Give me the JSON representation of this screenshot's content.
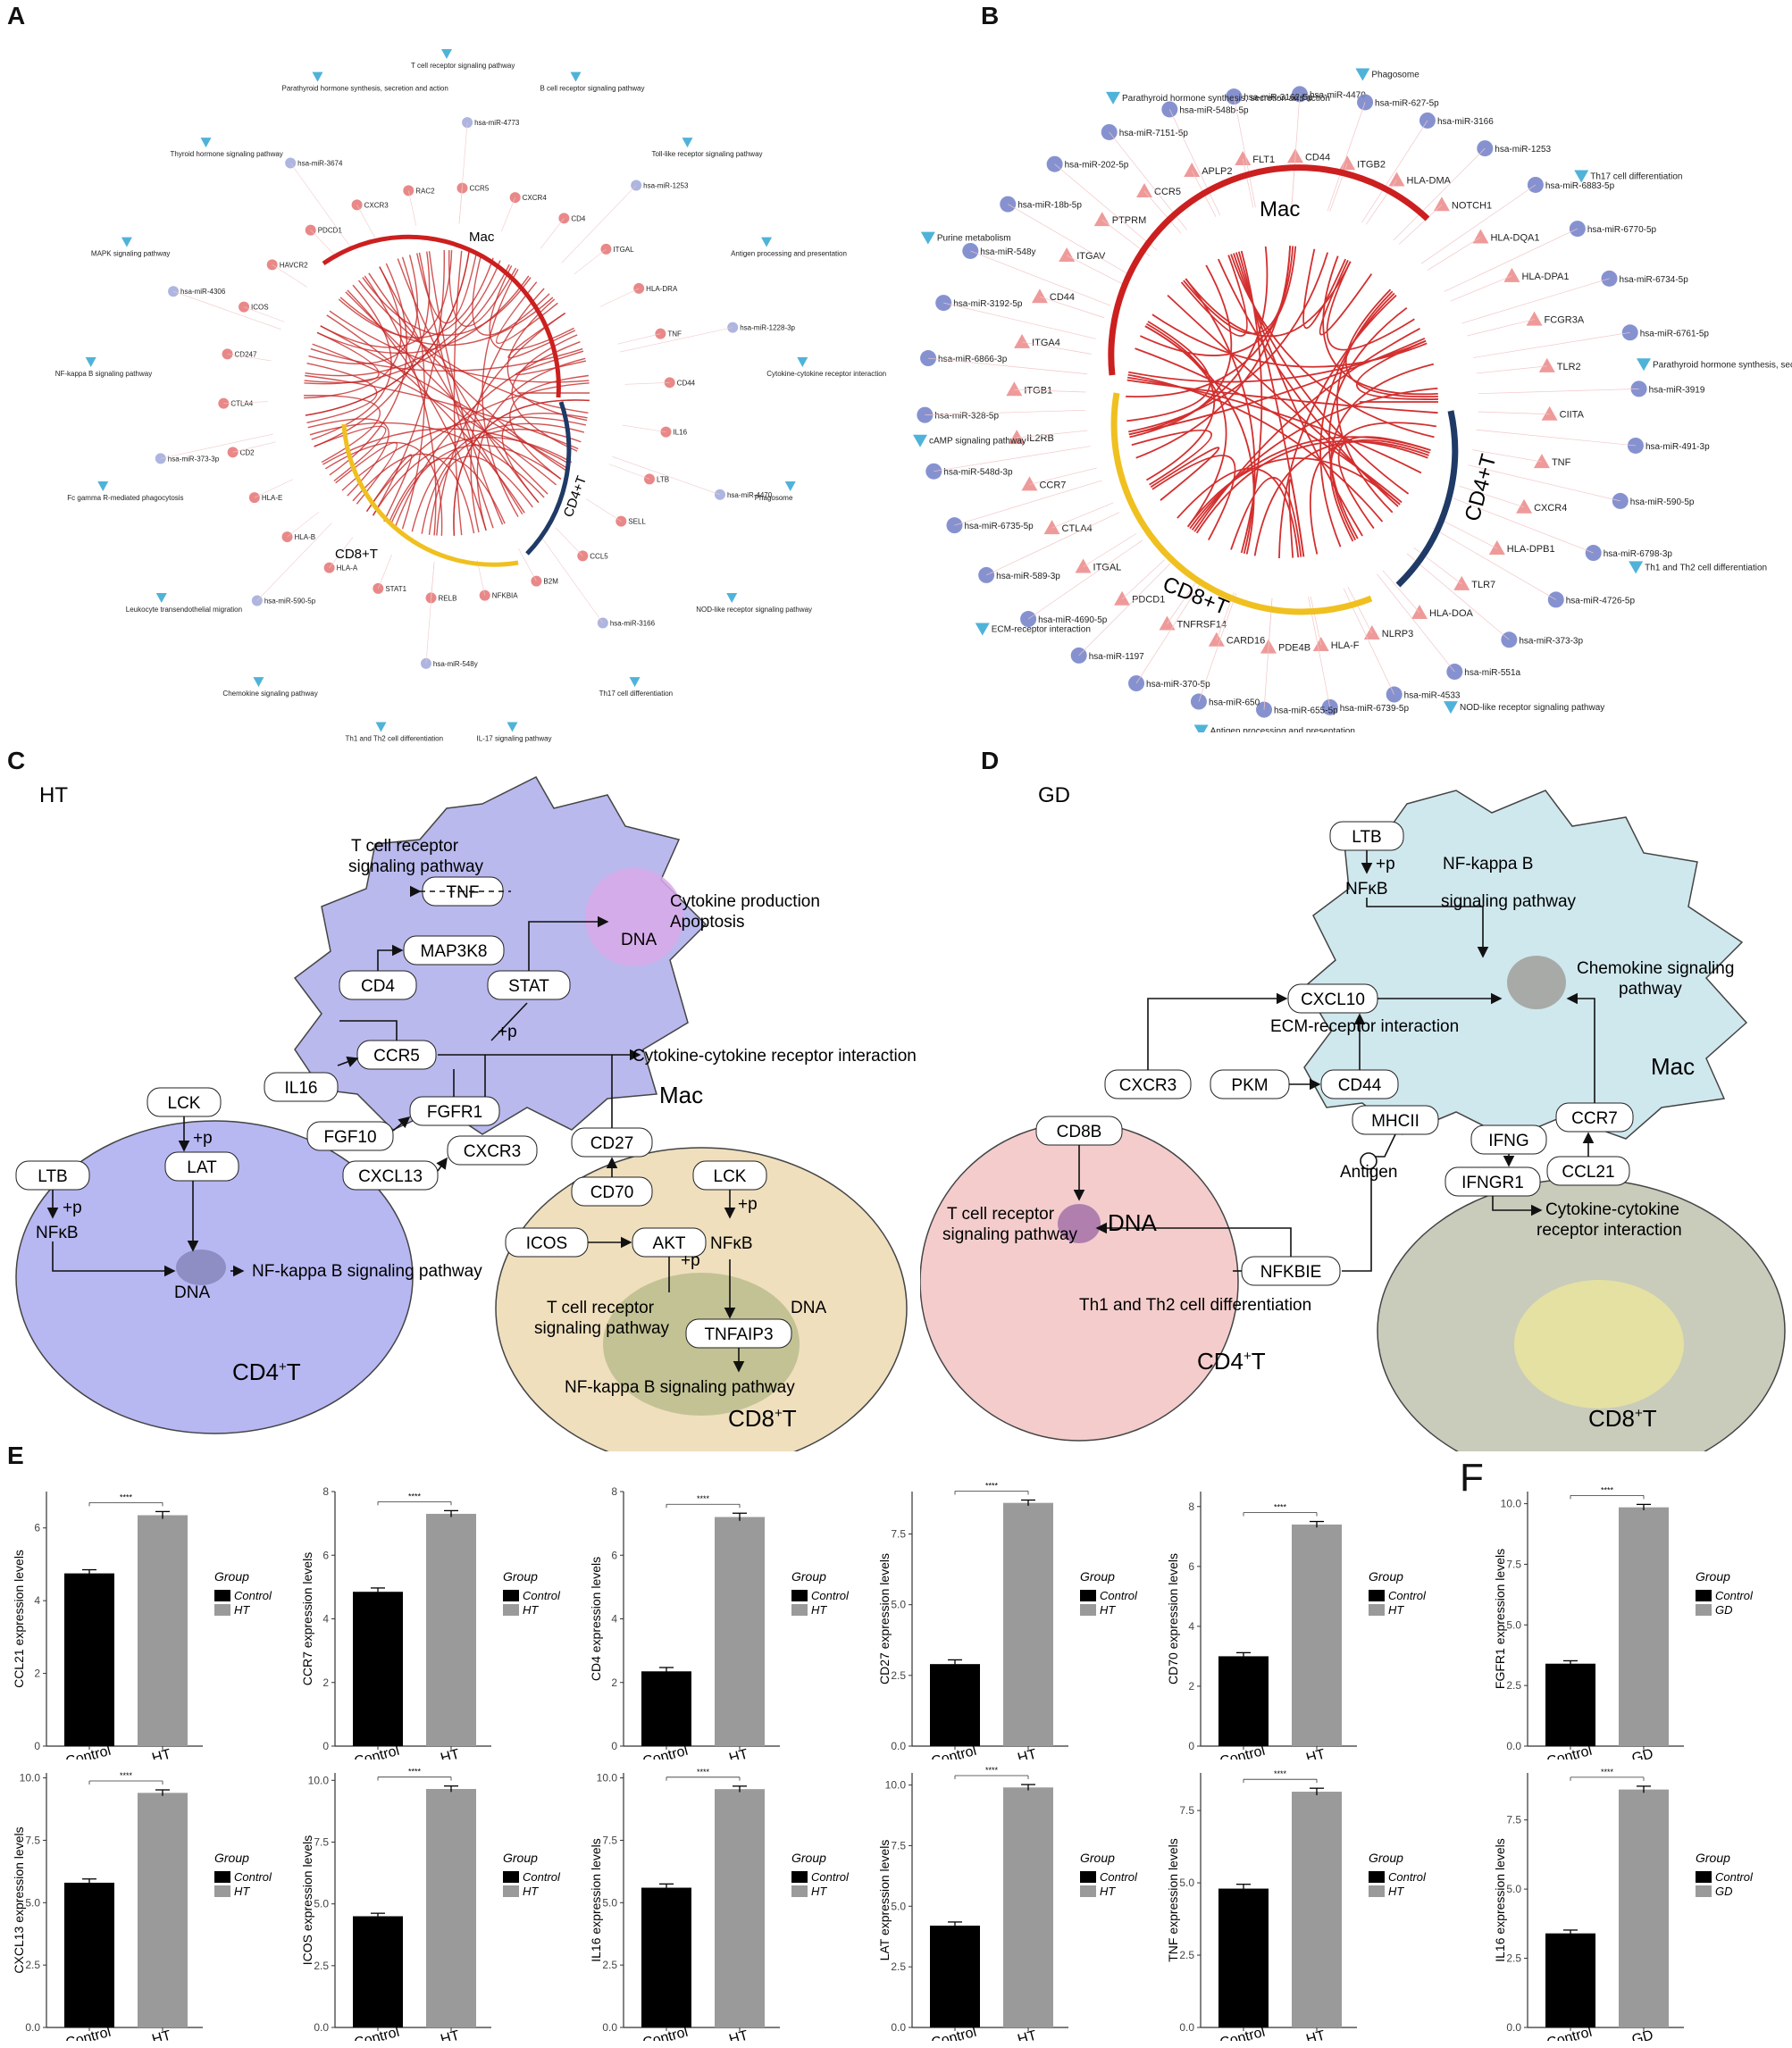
{
  "panel_labels": {
    "A": "A",
    "B": "B",
    "C": "C",
    "D": "D",
    "E": "E",
    "F": "F"
  },
  "network_A": {
    "hub_labels": [
      "Mac",
      "CD4+T",
      "CD8+T"
    ],
    "pathways": [
      "T cell receptor signaling pathway",
      "B cell receptor signaling pathway",
      "Toll-like receptor signaling pathway",
      "Antigen processing and presentation",
      "Cytokine-cytokine receptor interaction",
      "Phagosome",
      "NOD-like receptor signaling pathway",
      "Th17 cell differentiation",
      "IL-17 signaling pathway",
      "Th1 and Th2 cell differentiation",
      "Chemokine signaling pathway",
      "Leukocyte transendothelial migration",
      "Fc gamma R-mediated phagocytosis",
      "NF-kappa B signaling pathway",
      "MAPK signaling pathway",
      "Thyroid hormone signaling pathway",
      "Parathyroid hormone synthesis, secretion and action"
    ],
    "genes": [
      "CCR5",
      "CXCR4",
      "CD4",
      "ITGAL",
      "HLA-DRA",
      "TNF",
      "CD44",
      "IL16",
      "LTB",
      "SELL",
      "CCL5",
      "B2M",
      "NFKBIA",
      "RELB",
      "STAT1",
      "HLA-A",
      "HLA-B",
      "HLA-E",
      "CD2",
      "CTLA4",
      "CD247",
      "ICOS",
      "HAVCR2",
      "PDCD1",
      "CXCR3",
      "RAC2"
    ],
    "mirnas": [
      "hsa-miR-4773",
      "hsa-miR-1253",
      "hsa-miR-1228-3p",
      "hsa-miR-4470",
      "hsa-miR-3166",
      "hsa-miR-548y",
      "hsa-miR-590-5p",
      "hsa-miR-373-3p",
      "hsa-miR-4306",
      "hsa-miR-3674"
    ]
  },
  "network_B": {
    "hub_labels": [
      "Mac",
      "CD4+T",
      "CD8+T"
    ],
    "nodes_mirna": [
      "hsa-miR-4470",
      "hsa-miR-627-5p",
      "hsa-miR-3166",
      "hsa-miR-1253",
      "hsa-miR-6883-5p",
      "hsa-miR-6770-5p",
      "hsa-miR-6734-5p",
      "hsa-miR-6761-5p",
      "hsa-miR-3919",
      "hsa-miR-491-3p",
      "hsa-miR-590-5p",
      "hsa-miR-6798-3p",
      "hsa-miR-4726-5p",
      "hsa-miR-373-3p",
      "hsa-miR-551a",
      "hsa-miR-4533",
      "hsa-miR-6739-5p",
      "hsa-miR-655-5p",
      "hsa-miR-650",
      "hsa-miR-370-5p",
      "hsa-miR-1197",
      "hsa-miR-4690-5p",
      "hsa-miR-589-3p",
      "hsa-miR-6735-5p",
      "hsa-miR-548d-3p",
      "hsa-miR-328-5p",
      "hsa-miR-6866-3p",
      "hsa-miR-3192-5p",
      "hsa-miR-548y",
      "hsa-miR-18b-5p",
      "hsa-miR-202-5p",
      "hsa-miR-7151-5p",
      "hsa-miR-548b-5p",
      "hsa-miR-3162-5p"
    ],
    "nodes_gene": [
      "CD44",
      "ITGB2",
      "HLA-DMA",
      "NOTCH1",
      "HLA-DQA1",
      "HLA-DPA1",
      "FCGR3A",
      "TLR2",
      "CIITA",
      "TNF",
      "CXCR4",
      "HLA-DPB1",
      "TLR7",
      "HLA-DOA",
      "NLRP3",
      "HLA-F",
      "PDE4B",
      "CARD16",
      "TNFRSF14",
      "PDCD1",
      "ITGAL",
      "CTLA4",
      "CCR7",
      "IL2RB",
      "ITGB1",
      "ITGA4",
      "CD44",
      "ITGAV",
      "PTPRM",
      "CCR5",
      "APLP2",
      "FLT1"
    ],
    "pathways": [
      "Phagosome",
      "Th17 cell differentiation",
      "Parathyroid hormone synthesis, secretion and action",
      "Th1 and Th2 cell differentiation",
      "NOD-like receptor signaling pathway",
      "Antigen processing and presentation",
      "ECM-receptor interaction",
      "cAMP signaling pathway",
      "Purine metabolism",
      "Parathyroid hormone synthesis, secretion and action"
    ]
  },
  "diagram_C": {
    "title": "HT",
    "cell_mac": "Mac",
    "cell_cd4": "CD4",
    "cell_cd4_sup": "+",
    "cell_cd4_t": "T",
    "cell_cd8": "CD8",
    "cell_cd8_sup": "+",
    "cell_cd8_t": "T",
    "boxes": {
      "TNF": "TNF",
      "MAP3K8": "MAP3K8",
      "CD4": "CD4",
      "STAT": "STAT",
      "CCR5": "CCR5",
      "IL16": "IL16",
      "LCK1": "LCK",
      "LAT": "LAT",
      "FGFR1": "FGFR1",
      "FGF10": "FGF10",
      "CXCR3": "CXCR3",
      "CXCL13": "CXCL13",
      "CD27": "CD27",
      "CD70": "CD70",
      "LCK2": "LCK",
      "ICOS": "ICOS",
      "AKT": "AKT",
      "TNFAIP3": "TNFAIP3",
      "LTB": "LTB"
    },
    "texts": {
      "tcr": "T cell receptor",
      "tcr2": "signaling pathway",
      "cyto": "Cytokine production",
      "apop": "Apoptosis",
      "dna": "DNA",
      "p1": "+p",
      "cci": "Cytokine-cytokine receptor interaction",
      "p2": "+p",
      "nfkb": "NFκB",
      "p3": "+p",
      "nfkbpath": "NF-kappa B signaling pathway",
      "dna2": "DNA",
      "p4": "+p",
      "nfkb2": "NFκB",
      "p5": "+p",
      "tcr3": "T cell receptor",
      "tcr4": "signaling pathway",
      "dna3": "DNA",
      "nfkbpath2": "NF-kappa B signaling pathway"
    }
  },
  "diagram_D": {
    "title": "GD",
    "cell_mac": "Mac",
    "cell_cd4": "CD4",
    "cell_cd4_sup": "+",
    "cell_cd4_t": "T",
    "cell_cd8": "CD8",
    "cell_cd8_sup": "+",
    "cell_cd8_t": "T",
    "boxes": {
      "LTB": "LTB",
      "CXCL10": "CXCL10",
      "CXCR3": "CXCR3",
      "PKM": "PKM",
      "CD44": "CD44",
      "MHCII": "MHCII",
      "CD8B": "CD8B",
      "IFNG": "IFNG",
      "CCR7": "CCR7",
      "CCL21": "CCL21",
      "IFNGR1": "IFNGR1",
      "NFKBIE": "NFKBIE"
    },
    "texts": {
      "p1": "+p",
      "nfkb": "NFκB",
      "nfkbpath1": "NF-kappa B",
      "nfkbpath2": "signaling pathway",
      "chemo1": "Chemokine signaling",
      "chemo2": "pathway",
      "ecm": "ECM-receptor interaction",
      "antigen": "Antigen",
      "tcr1": "T cell receptor",
      "tcr2": "signaling pathway",
      "dna": "DNA",
      "th": "Th1 and Th2 cell differentiation",
      "cci1": "Cytokine-cytokine",
      "cci2": "receptor interaction"
    }
  },
  "chart_data": [
    {
      "type": "bar",
      "panel": "E",
      "ylabel": "CCL21 expression levels",
      "categories": [
        "Control",
        "HT"
      ],
      "values": [
        4.75,
        6.35
      ],
      "errors": [
        0.1,
        0.1
      ],
      "ylim": [
        0,
        7
      ],
      "ticks": [
        0,
        2,
        4,
        6
      ],
      "legend_title": "Group",
      "legend": [
        "Control",
        "HT"
      ],
      "sig": "****"
    },
    {
      "type": "bar",
      "panel": "E",
      "ylabel": "CCR7 expression levels",
      "categories": [
        "Control",
        "HT"
      ],
      "values": [
        4.85,
        7.3
      ],
      "errors": [
        0.12,
        0.1
      ],
      "ylim": [
        0,
        8
      ],
      "ticks": [
        0,
        2,
        4,
        6,
        8
      ],
      "legend_title": "Group",
      "legend": [
        "Control",
        "HT"
      ],
      "sig": "****"
    },
    {
      "type": "bar",
      "panel": "E",
      "ylabel": "CD4 expression levels",
      "categories": [
        "Control",
        "HT"
      ],
      "values": [
        2.35,
        7.2
      ],
      "errors": [
        0.12,
        0.12
      ],
      "ylim": [
        0,
        8
      ],
      "ticks": [
        0,
        2,
        4,
        6,
        8
      ],
      "legend_title": "Group",
      "legend": [
        "Control",
        "HT"
      ],
      "sig": "****"
    },
    {
      "type": "bar",
      "panel": "E",
      "ylabel": "CD27 expression levels",
      "categories": [
        "Control",
        "HT"
      ],
      "values": [
        2.9,
        8.6
      ],
      "errors": [
        0.15,
        0.1
      ],
      "ylim": [
        0,
        9
      ],
      "ticks": [
        0.0,
        2.5,
        5.0,
        7.5
      ],
      "legend_title": "Group",
      "legend": [
        "Control",
        "HT"
      ],
      "sig": "****"
    },
    {
      "type": "bar",
      "panel": "E",
      "ylabel": "CD70 expression levels",
      "categories": [
        "Control",
        "HT"
      ],
      "values": [
        3.0,
        7.4
      ],
      "errors": [
        0.12,
        0.1
      ],
      "ylim": [
        0,
        8.5
      ],
      "ticks": [
        0,
        2,
        4,
        6,
        8
      ],
      "legend_title": "Group",
      "legend": [
        "Control",
        "HT"
      ],
      "sig": "****"
    },
    {
      "type": "bar",
      "panel": "F",
      "ylabel": "FGFR1 expression levels",
      "categories": [
        "Control",
        "GD"
      ],
      "values": [
        3.4,
        9.85
      ],
      "errors": [
        0.12,
        0.12
      ],
      "ylim": [
        0,
        10.5
      ],
      "ticks": [
        0.0,
        2.5,
        5.0,
        7.5,
        10.0
      ],
      "legend_title": "Group",
      "legend": [
        "Control",
        "GD"
      ],
      "sig": "****"
    },
    {
      "type": "bar",
      "panel": "E",
      "ylabel": "CXCL13 expression levels",
      "categories": [
        "Control",
        "HT"
      ],
      "values": [
        5.8,
        9.4
      ],
      "errors": [
        0.15,
        0.12
      ],
      "ylim": [
        0,
        10.2
      ],
      "ticks": [
        0.0,
        2.5,
        5.0,
        7.5,
        10.0
      ],
      "legend_title": "Group",
      "legend": [
        "Control",
        "HT"
      ],
      "sig": "****"
    },
    {
      "type": "bar",
      "panel": "E",
      "ylabel": "ICOS expression levels",
      "categories": [
        "Control",
        "HT"
      ],
      "values": [
        4.5,
        9.65
      ],
      "errors": [
        0.12,
        0.12
      ],
      "ylim": [
        0,
        10.3
      ],
      "ticks": [
        0.0,
        2.5,
        5.0,
        7.5,
        10.0
      ],
      "legend_title": "Group",
      "legend": [
        "Control",
        "HT"
      ],
      "sig": "****"
    },
    {
      "type": "bar",
      "panel": "E",
      "ylabel": "IL16 expression levels",
      "categories": [
        "Control",
        "HT"
      ],
      "values": [
        5.6,
        9.55
      ],
      "errors": [
        0.15,
        0.12
      ],
      "ylim": [
        0,
        10.2
      ],
      "ticks": [
        0.0,
        2.5,
        5.0,
        7.5,
        10.0
      ],
      "legend_title": "Group",
      "legend": [
        "Control",
        "HT"
      ],
      "sig": "****"
    },
    {
      "type": "bar",
      "panel": "E",
      "ylabel": "LAT expression levels",
      "categories": [
        "Control",
        "HT"
      ],
      "values": [
        4.2,
        9.9
      ],
      "errors": [
        0.15,
        0.12
      ],
      "ylim": [
        0,
        10.5
      ],
      "ticks": [
        0.0,
        2.5,
        5.0,
        7.5,
        10.0
      ],
      "legend_title": "Group",
      "legend": [
        "Control",
        "HT"
      ],
      "sig": "****"
    },
    {
      "type": "bar",
      "panel": "E",
      "ylabel": "TNF expression levels",
      "categories": [
        "Control",
        "HT"
      ],
      "values": [
        4.8,
        8.15
      ],
      "errors": [
        0.15,
        0.12
      ],
      "ylim": [
        0,
        8.8
      ],
      "ticks": [
        0.0,
        2.5,
        5.0,
        7.5
      ],
      "legend_title": "Group",
      "legend": [
        "Control",
        "HT"
      ],
      "sig": "****"
    },
    {
      "type": "bar",
      "panel": "F",
      "ylabel": "IL16 expression levels",
      "categories": [
        "Control",
        "GD"
      ],
      "values": [
        3.4,
        8.6
      ],
      "errors": [
        0.12,
        0.12
      ],
      "ylim": [
        0,
        9.2
      ],
      "ticks": [
        0.0,
        2.5,
        5.0,
        7.5
      ],
      "legend_title": "Group",
      "legend": [
        "Control",
        "GD"
      ],
      "sig": "****"
    }
  ],
  "colors": {
    "control": "#000000",
    "case": "#9a9a9a",
    "mac_cell": "#b9b9ee",
    "cd4_cell": "#b7b7f2",
    "cd8_cell": "#efdfbd",
    "mac_D": "#cfe8ee",
    "cd4_D": "#f4cccc",
    "cd8_D": "#c9cbbb",
    "net_red": "#cc1f1f",
    "net_blue": "#1f3a66",
    "net_yellow": "#f0c020"
  }
}
